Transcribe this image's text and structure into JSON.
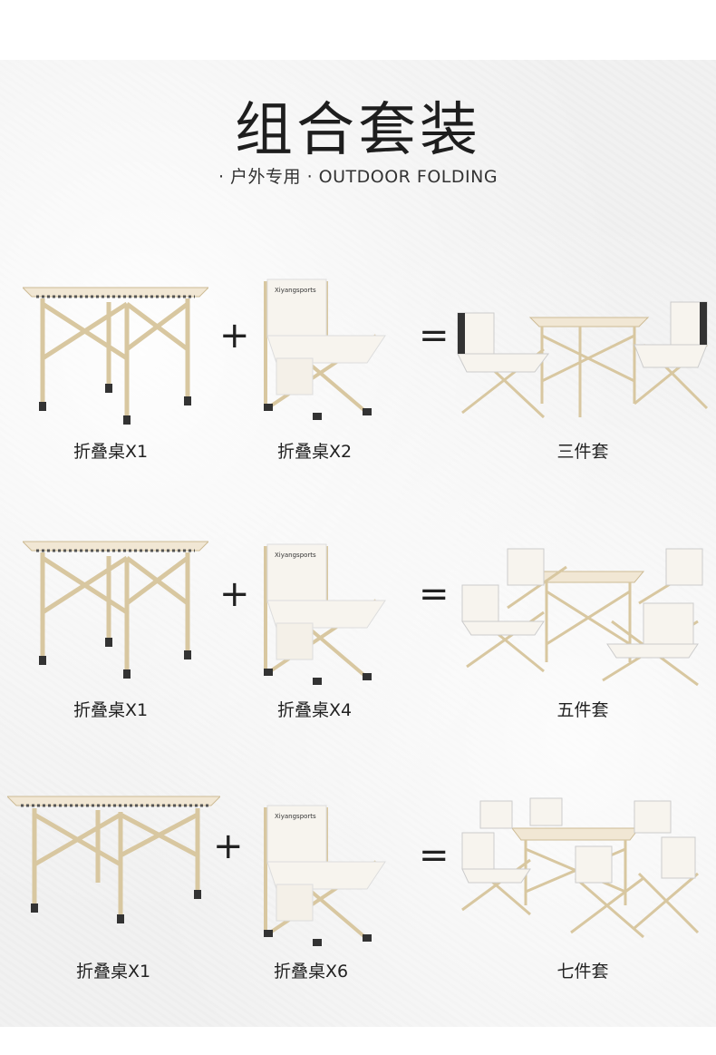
{
  "header": {
    "title": "组合套装",
    "subtitle": "· 户外专用 · OUTDOOR FOLDING"
  },
  "operators": {
    "plus": "+",
    "equals": "="
  },
  "brand": "Xiyangsports",
  "rows": [
    {
      "table_label": "折叠桌X1",
      "chair_label": "折叠桌X2",
      "set_label": "三件套"
    },
    {
      "table_label": "折叠桌X1",
      "chair_label": "折叠桌X4",
      "set_label": "五件套"
    },
    {
      "table_label": "折叠桌X1",
      "chair_label": "折叠桌X6",
      "set_label": "七件套"
    }
  ],
  "colors": {
    "frame": "#d8c7a0",
    "tabletop": "#f1e7d4",
    "fabric": "#f7f4ee",
    "foot": "#333333"
  }
}
